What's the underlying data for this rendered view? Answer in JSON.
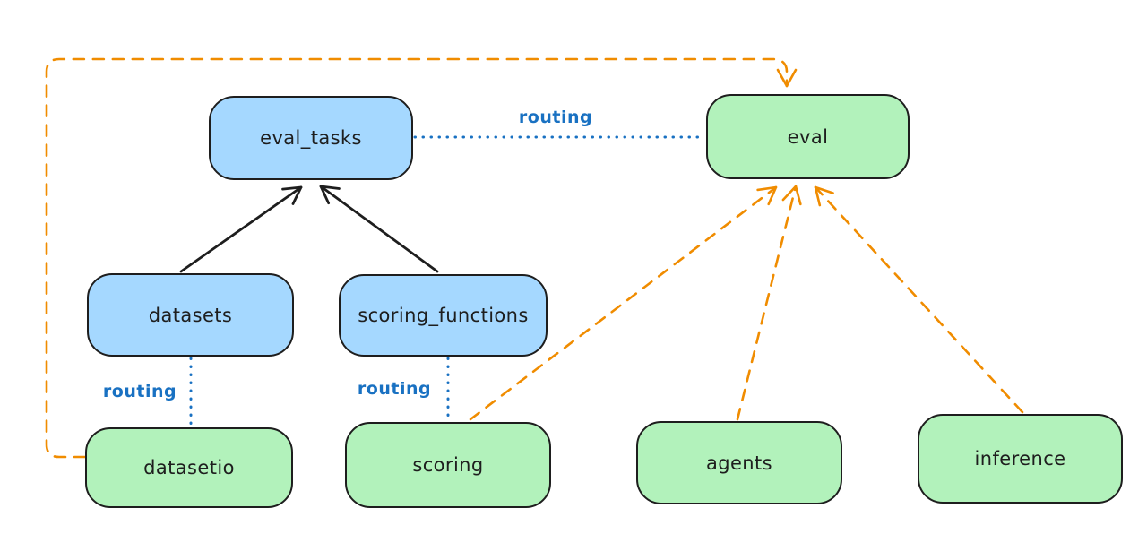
{
  "diagram": {
    "colors": {
      "background": "#ffffff",
      "resource_fill": "#a5d8ff",
      "provider_fill": "#b2f2bb",
      "stroke": "#1e1e1e",
      "routing_blue": "#1971c2",
      "dependency_orange": "#f08c00"
    },
    "nodes": [
      {
        "id": "eval_tasks",
        "label": "eval_tasks",
        "kind": "resource"
      },
      {
        "id": "eval",
        "label": "eval",
        "kind": "provider"
      },
      {
        "id": "datasets",
        "label": "datasets",
        "kind": "resource"
      },
      {
        "id": "scoring_functions",
        "label": "scoring_functions",
        "kind": "resource"
      },
      {
        "id": "datasetio",
        "label": "datasetio",
        "kind": "provider"
      },
      {
        "id": "scoring",
        "label": "scoring",
        "kind": "provider"
      },
      {
        "id": "agents",
        "label": "agents",
        "kind": "provider"
      },
      {
        "id": "inference",
        "label": "inference",
        "kind": "provider"
      }
    ],
    "edges": [
      {
        "from": "datasets",
        "to": "eval_tasks",
        "style": "solid-black-arrow",
        "label": ""
      },
      {
        "from": "scoring_functions",
        "to": "eval_tasks",
        "style": "solid-black-arrow",
        "label": ""
      },
      {
        "from": "eval_tasks",
        "to": "eval",
        "style": "dotted-blue",
        "label": "routing"
      },
      {
        "from": "datasets",
        "to": "datasetio",
        "style": "dotted-blue",
        "label": "routing"
      },
      {
        "from": "scoring_functions",
        "to": "scoring",
        "style": "dotted-blue",
        "label": "routing"
      },
      {
        "from": "scoring",
        "to": "eval",
        "style": "dashed-orange-arrow",
        "label": ""
      },
      {
        "from": "agents",
        "to": "eval",
        "style": "dashed-orange-arrow",
        "label": ""
      },
      {
        "from": "inference",
        "to": "eval",
        "style": "dashed-orange-arrow",
        "label": ""
      },
      {
        "from": "datasetio",
        "to": "eval",
        "style": "dashed-orange-arrow-elbow",
        "label": ""
      }
    ]
  }
}
